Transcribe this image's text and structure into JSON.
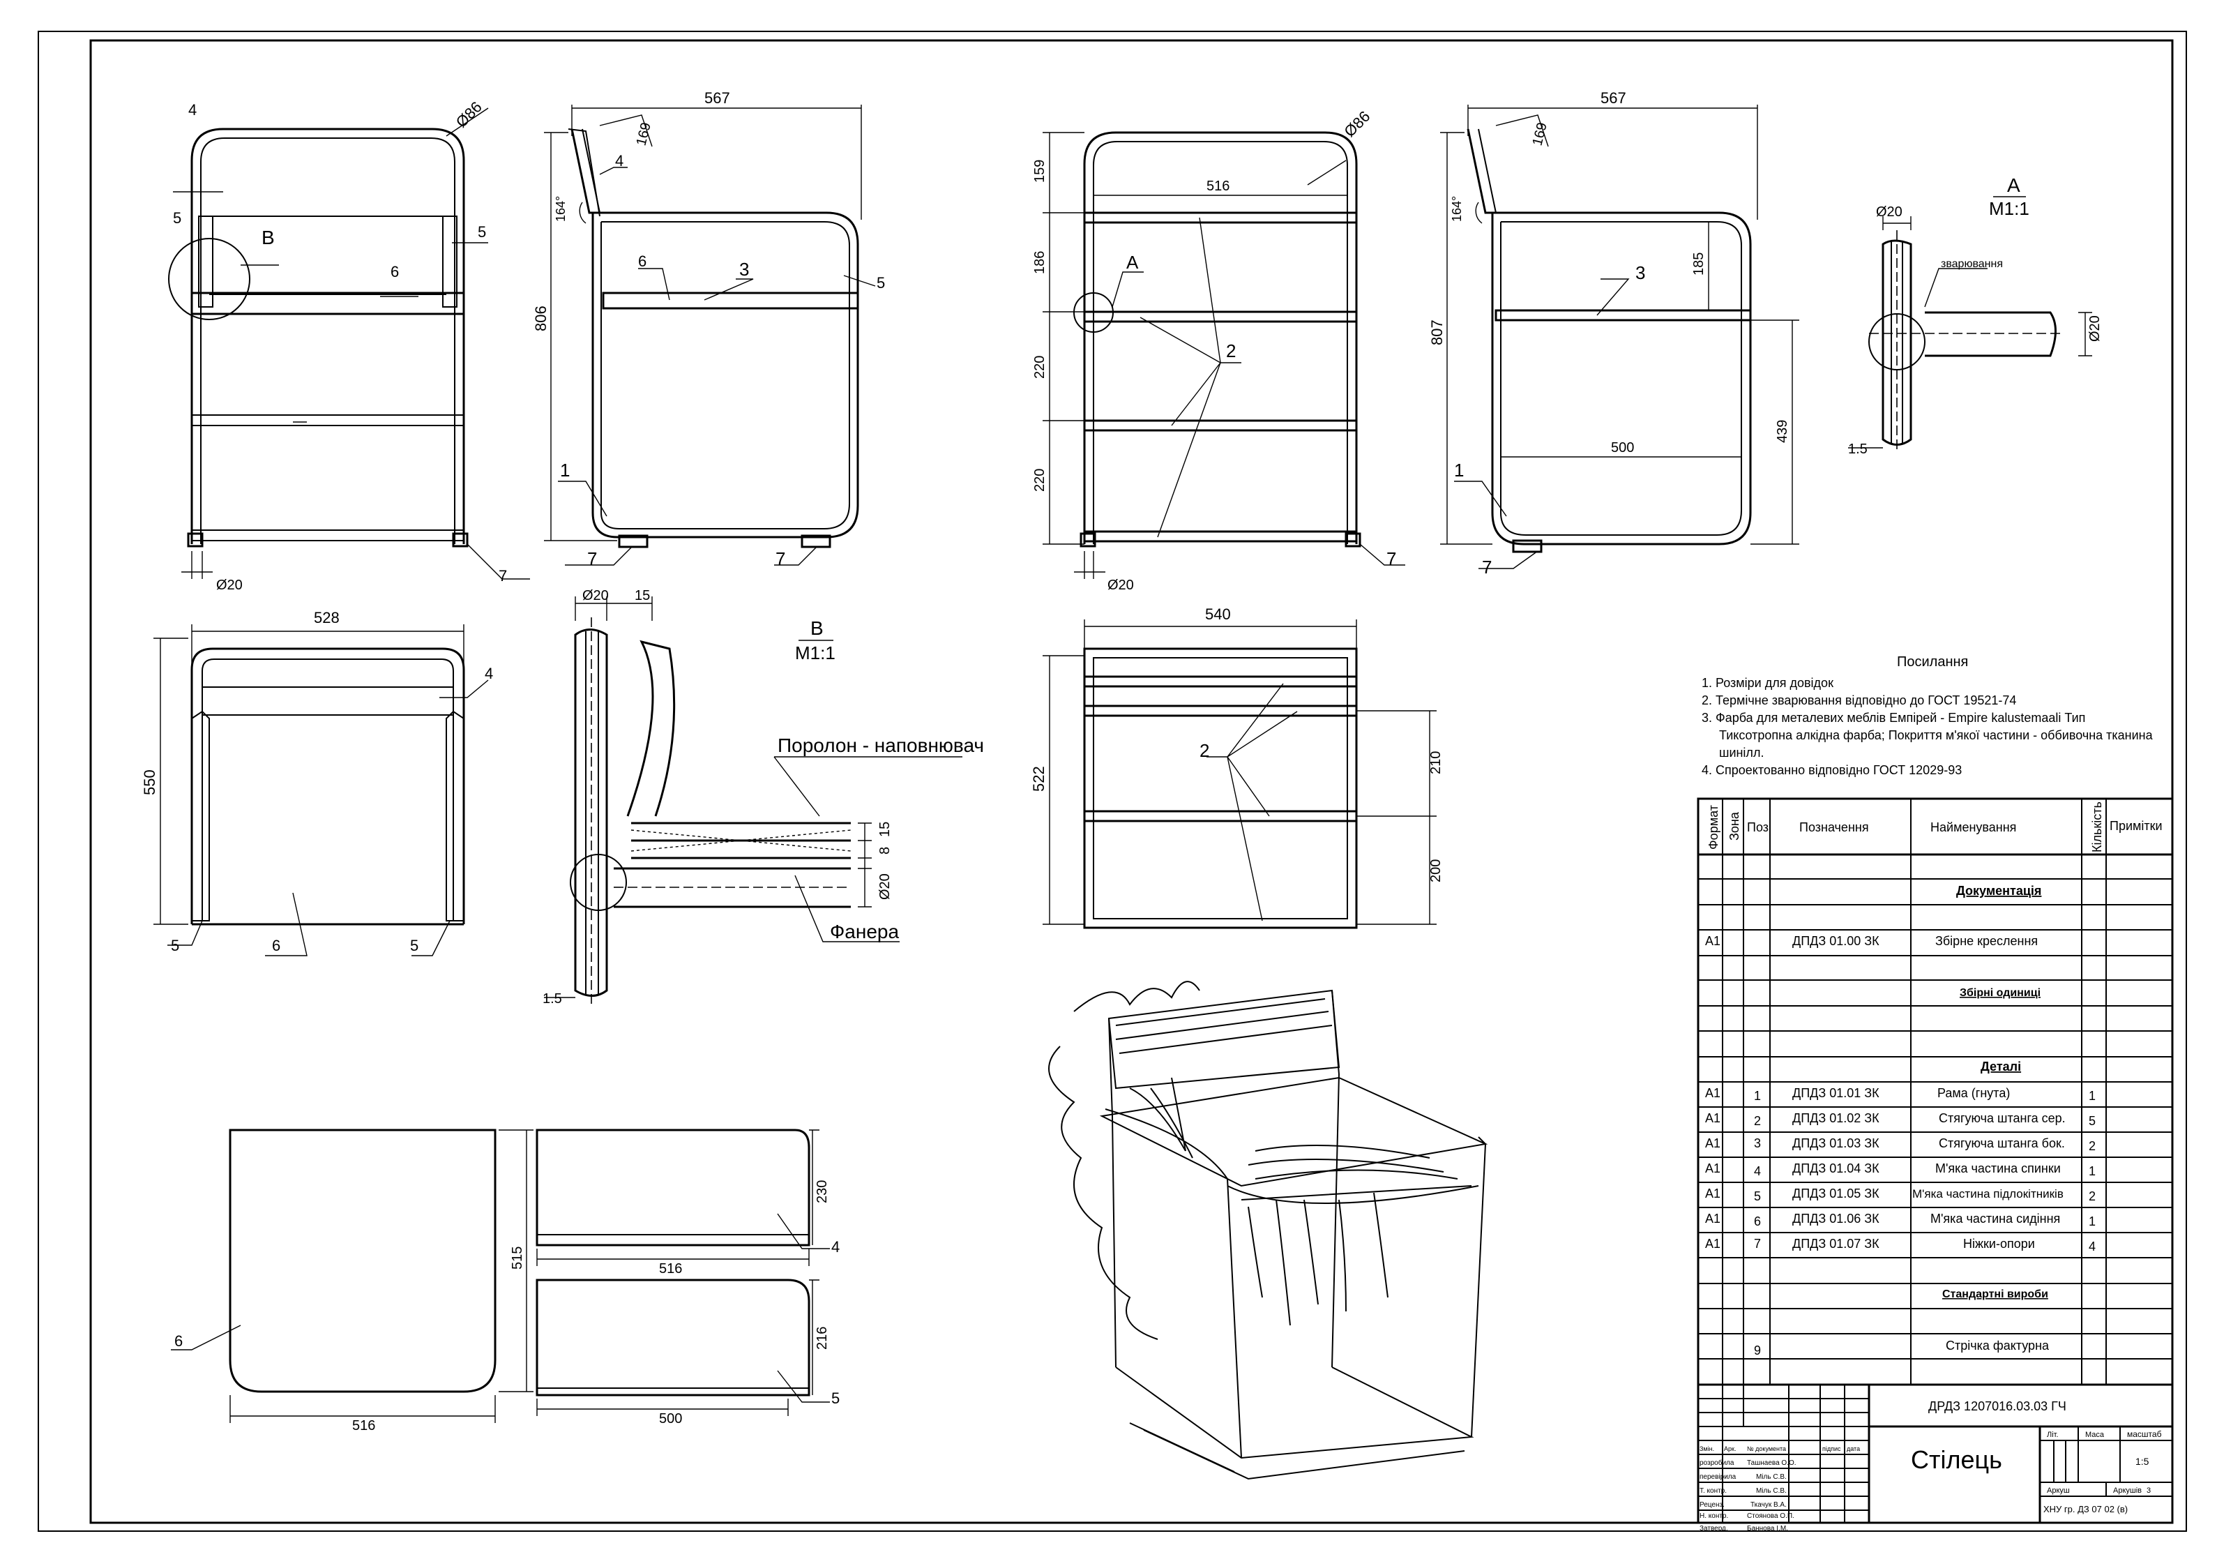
{
  "drawing": {
    "title": "Стілець",
    "code": "ДРДЗ 1207016.03.03  ГЧ",
    "org": "ХНУ  гр. ДЗ 07 02 (в)",
    "scale": "1:5",
    "sheet_label": "Аркуш",
    "sheets_label": "Аркушів",
    "sheets_count": "3",
    "lit_label": "Літ.",
    "mass_label": "Маса",
    "scale_label": "масштаб"
  },
  "stamp": {
    "headers": [
      "Змін.",
      "Арк.",
      "№ документа",
      "підпис",
      "дата"
    ],
    "rows": [
      {
        "role": "розробила",
        "name": "Ташнаева О.О."
      },
      {
        "role": "перевірила",
        "name": "Міль С.В."
      },
      {
        "role": "Т. контр.",
        "name": "Міль С.В."
      },
      {
        "role": "Реценз.",
        "name": "Ткачук В.А."
      },
      {
        "role": "Н. контр.",
        "name": "Стоянова О.П."
      },
      {
        "role": "Затверд.",
        "name": "Баннова І.М."
      }
    ]
  },
  "notes": {
    "title": "Посилання",
    "lines": [
      "1. Розміри для довідок",
      "2. Термічне зварювання відповідно до ГОСТ 19521-74",
      "3. Фарба для металевих меблів Емпірей - Empire kalustemaali Тип",
      "Тиксотропна алкідна фарба; Покриття м'якої частини - оббивочна тканина",
      "шинілл.",
      "4. Спроектованно відповідно ГОСТ 12029-93"
    ]
  },
  "spec": {
    "headers": {
      "format": "Формат",
      "zone": "Зона",
      "pos": "Поз",
      "designation": "Позначення",
      "name": "Найменування",
      "qty": "Кількість",
      "notes": "Примітки"
    },
    "section_docs": "Документація",
    "doc_row": {
      "format": "А1",
      "designation": "ДПДЗ 01.00 ЗК",
      "name": "Збірне креслення"
    },
    "section_assemblies": "Збірні одиниці",
    "section_parts": "Деталі",
    "parts": [
      {
        "format": "А1",
        "pos": "1",
        "designation": "ДПДЗ 01.01 ЗК",
        "name": "Рама (гнута)",
        "qty": "1"
      },
      {
        "format": "А1",
        "pos": "2",
        "designation": "ДПДЗ 01.02 ЗК",
        "name": "Стягуюча штанга сер.",
        "qty": "5"
      },
      {
        "format": "А1",
        "pos": "3",
        "designation": "ДПДЗ 01.03 ЗК",
        "name": "Стягуюча штанга бок.",
        "qty": "2"
      },
      {
        "format": "А1",
        "pos": "4",
        "designation": "ДПДЗ 01.04 ЗК",
        "name": "М'яка частина спинки",
        "qty": "1"
      },
      {
        "format": "А1",
        "pos": "5",
        "designation": "ДПДЗ 01.05 ЗК",
        "name": "М'яка частина підлокітників",
        "qty": "2"
      },
      {
        "format": "А1",
        "pos": "6",
        "designation": "ДПДЗ 01.06 ЗК",
        "name": "М'яка частина сидіння",
        "qty": "1"
      },
      {
        "format": "А1",
        "pos": "7",
        "designation": "ДПДЗ 01.07 ЗК",
        "name": "Ніжки-опори",
        "qty": "4"
      }
    ],
    "section_standard": "Стандартні вироби",
    "standard_row": {
      "pos": "9",
      "name": "Стрічка фактурна"
    }
  },
  "views": {
    "front": {
      "dia": "Ø86",
      "bottom": "Ø20",
      "section_mark": "В",
      "labels": [
        "4",
        "5",
        "5",
        "6",
        "7"
      ]
    },
    "side": {
      "width": "567",
      "height": "806",
      "back_h": "169",
      "angle": "164°",
      "labels": [
        "4",
        "6",
        "3",
        "5",
        "1",
        "7",
        "7"
      ]
    },
    "front2": {
      "dia": "Ø86",
      "inner": "516",
      "dims": [
        "159",
        "186",
        "220",
        "220"
      ],
      "bottom": "Ø20",
      "mark": "А",
      "label2": "2",
      "label7": "7"
    },
    "side2": {
      "width": "567",
      "height": "807",
      "back_h": "169",
      "angle": "164°",
      "h185": "185",
      "h439": "439",
      "w500": "500",
      "labels": [
        "3",
        "1",
        "7"
      ]
    },
    "detail_a": {
      "title": "А",
      "scale": "М1:1",
      "dia_top": "Ø20",
      "weld": "зварювання",
      "dia_right": "Ø20",
      "wall": "1.5"
    },
    "top": {
      "width": "528",
      "depth": "550",
      "labels": [
        "4",
        "5",
        "6",
        "5"
      ]
    },
    "detail_b": {
      "title": "В",
      "scale": "М1:1",
      "dia": "Ø20",
      "w15": "15",
      "foam": "Поролон - наповнювач",
      "ply": "Фанера",
      "d15": "15",
      "d8": "8",
      "d20": "Ø20",
      "wall": "1.5"
    },
    "plan": {
      "width": "540",
      "depth": "522",
      "d210": "210",
      "d200": "200",
      "label2": "2"
    },
    "parts": {
      "seat_w": "516",
      "seat_h": "515",
      "back_w": "516",
      "back_h": "230",
      "arm_w": "500",
      "arm_h": "216",
      "labels": [
        "6",
        "4",
        "5"
      ]
    }
  }
}
